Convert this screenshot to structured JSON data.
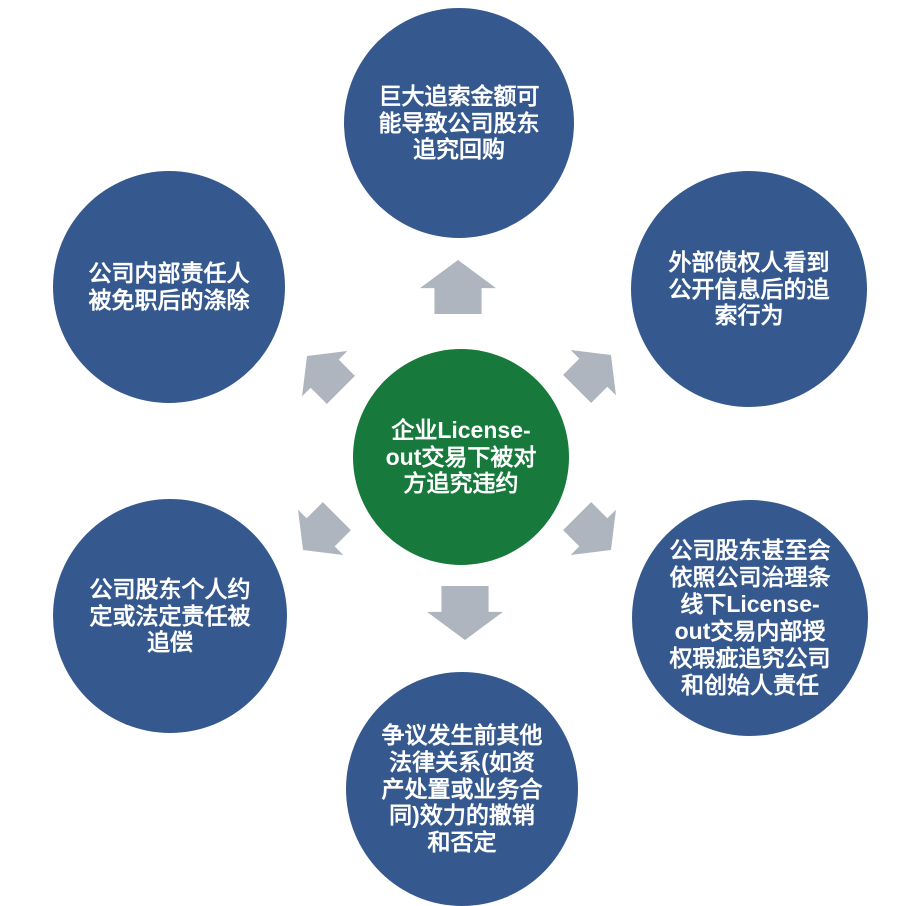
{
  "diagram": {
    "type": "radial-spoke-diagram",
    "colors": {
      "satellite_circle": "#35598F",
      "center_circle": "#17793B",
      "arrow": "#AEB5BE",
      "text": "#FFFFFF",
      "background": "#FFFFFF"
    },
    "center_node": {
      "text": "企业License-out交易下被对方追究违约",
      "lines": [
        "企业License-",
        "out交易下被对",
        "方追究违约"
      ]
    },
    "nodes": {
      "top": {
        "text": "巨大追索金额可能导致公司股东追究回购",
        "lines": [
          "巨大追索金额可",
          "能导致公司股东",
          "追究回购"
        ]
      },
      "top_right": {
        "text": "外部债权人看到公开信息后的追索行为",
        "lines": [
          "外部债权人看到",
          "公开信息后的追",
          "索行为"
        ]
      },
      "bottom_right": {
        "text": "公司股东甚至会依照公司治理条线下License-out交易内部授权瑕疵追究公司和创始人责任",
        "lines": [
          "公司股东甚至会",
          "依照公司治理条",
          "线下License-",
          "out交易内部授",
          "权瑕疵追究公司",
          "和创始人责任"
        ]
      },
      "bottom": {
        "text": "争议发生前其他法律关系(如资产处置或业务合同)效力的撤销和否定",
        "lines": [
          "争议发生前其他",
          "法律关系(如资",
          "产处置或业务合",
          "同)效力的撤销",
          "和否定"
        ]
      },
      "bottom_left": {
        "text": "公司股东个人约定或法定责任被追偿",
        "lines": [
          "公司股东个人约",
          "定或法定责任被",
          "追偿"
        ]
      },
      "top_left": {
        "text": "公司内部责任人被免职后的涤除",
        "lines": [
          "公司内部责任人",
          "被免职后的涤除"
        ]
      }
    },
    "arrows": [
      "up",
      "upper-right",
      "lower-right",
      "down",
      "lower-left",
      "upper-left"
    ]
  }
}
